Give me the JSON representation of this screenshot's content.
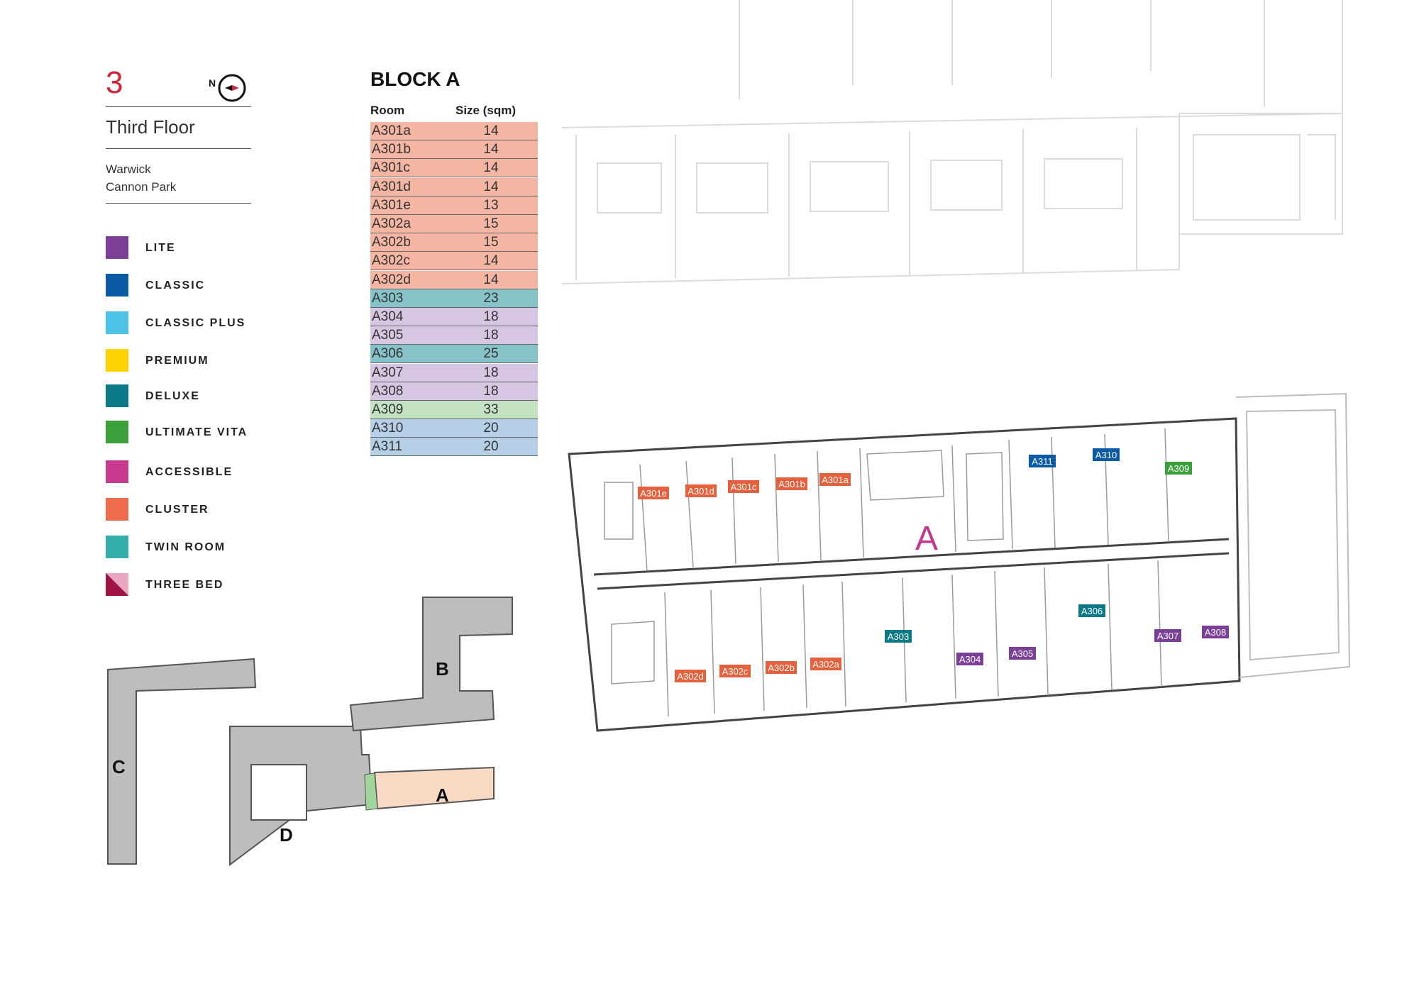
{
  "header": {
    "floor_number": "3",
    "compass_letter": "N",
    "floor_name": "Third Floor",
    "location_line1": "Warwick",
    "location_line2": "Cannon Park"
  },
  "legend": [
    {
      "label": "LITE",
      "color": "#7b3f98"
    },
    {
      "label": "CLASSIC",
      "color": "#0a5aa5"
    },
    {
      "label": "CLASSIC PLUS",
      "color": "#4cc3e6"
    },
    {
      "label": "PREMIUM",
      "color": "#ffd100"
    },
    {
      "label": "DELUXE",
      "color": "#0b7a86"
    },
    {
      "label": "ULTIMATE VITA",
      "color": "#3aa13a"
    },
    {
      "label": "ACCESSIBLE",
      "color": "#c8388e"
    },
    {
      "label": "CLUSTER",
      "color": "#ee6c4d"
    },
    {
      "label": "TWIN ROOM",
      "color": "#34aea8"
    },
    {
      "label": "THREE BED",
      "color": "#a01545"
    }
  ],
  "block": {
    "title": "BLOCK A",
    "col_room": "Room",
    "col_size": "Size (sqm)",
    "rows": [
      {
        "room": "A301a",
        "size": "14",
        "type": "cluster"
      },
      {
        "room": "A301b",
        "size": "14",
        "type": "cluster"
      },
      {
        "room": "A301c",
        "size": "14",
        "type": "cluster"
      },
      {
        "room": "A301d",
        "size": "14",
        "type": "cluster"
      },
      {
        "room": "A301e",
        "size": "13",
        "type": "cluster"
      },
      {
        "room": "A302a",
        "size": "15",
        "type": "cluster"
      },
      {
        "room": "A302b",
        "size": "15",
        "type": "cluster"
      },
      {
        "room": "A302c",
        "size": "14",
        "type": "cluster"
      },
      {
        "room": "A302d",
        "size": "14",
        "type": "cluster"
      },
      {
        "room": "A303",
        "size": "23",
        "type": "deluxe"
      },
      {
        "room": "A304",
        "size": "18",
        "type": "lite"
      },
      {
        "room": "A305",
        "size": "18",
        "type": "lite"
      },
      {
        "room": "A306",
        "size": "25",
        "type": "deluxe"
      },
      {
        "room": "A307",
        "size": "18",
        "type": "lite"
      },
      {
        "room": "A308",
        "size": "18",
        "type": "lite"
      },
      {
        "room": "A309",
        "size": "33",
        "type": "vita"
      },
      {
        "room": "A310",
        "size": "20",
        "type": "classic"
      },
      {
        "room": "A311",
        "size": "20",
        "type": "classic"
      }
    ],
    "row_colors": {
      "cluster": "#f4b6a3",
      "deluxe": "#86c3c9",
      "lite": "#d6c6e2",
      "vita": "#c4e3c2",
      "classic": "#b4cfe6"
    }
  },
  "site_map": {
    "labels": [
      "A",
      "B",
      "C",
      "D"
    ],
    "highlight_color": "#f8d9c3",
    "green_color": "#9fd49a"
  },
  "floor_plan": {
    "block_label": "A",
    "block_label_color": "#c0398e",
    "tags": [
      {
        "label": "A301e",
        "type": "cluster"
      },
      {
        "label": "A301d",
        "type": "cluster"
      },
      {
        "label": "A301c",
        "type": "cluster"
      },
      {
        "label": "A301b",
        "type": "cluster"
      },
      {
        "label": "A301a",
        "type": "cluster"
      },
      {
        "label": "A311",
        "type": "classic"
      },
      {
        "label": "A310",
        "type": "classic"
      },
      {
        "label": "A309",
        "type": "vita"
      },
      {
        "label": "A302d",
        "type": "cluster"
      },
      {
        "label": "A302c",
        "type": "cluster"
      },
      {
        "label": "A302b",
        "type": "cluster"
      },
      {
        "label": "A302a",
        "type": "cluster"
      },
      {
        "label": "A303",
        "type": "deluxe"
      },
      {
        "label": "A304",
        "type": "lite"
      },
      {
        "label": "A305",
        "type": "lite"
      },
      {
        "label": "A306",
        "type": "deluxe"
      },
      {
        "label": "A307",
        "type": "lite"
      },
      {
        "label": "A308",
        "type": "lite"
      }
    ],
    "tag_colors": {
      "cluster": "#e5603c",
      "classic": "#0a5aa5",
      "vita": "#3aa13a",
      "deluxe": "#0b7a86",
      "lite": "#7b3f98"
    }
  }
}
